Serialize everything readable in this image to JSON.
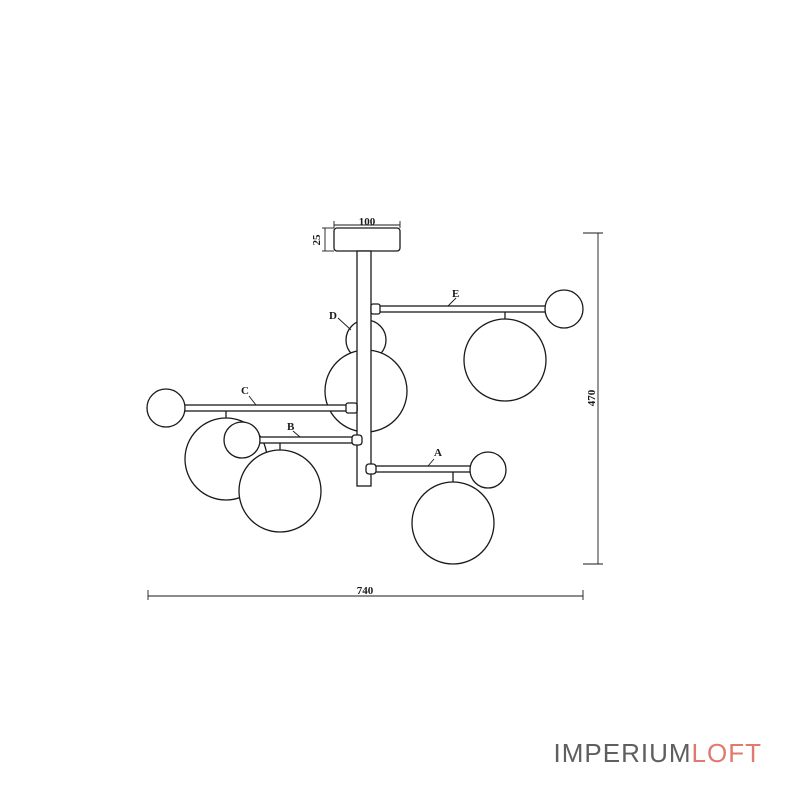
{
  "dimensions": {
    "canopy_width": "100",
    "canopy_height": "25",
    "total_height": "470",
    "total_width": "740"
  },
  "part_labels": {
    "a": "A",
    "b": "B",
    "c": "C",
    "d": "D",
    "e": "E"
  },
  "brand": {
    "part1": "IMPERIUM",
    "part2": "LOFT",
    "color1": "#5f5f5f",
    "color2": "#e07a6e"
  }
}
